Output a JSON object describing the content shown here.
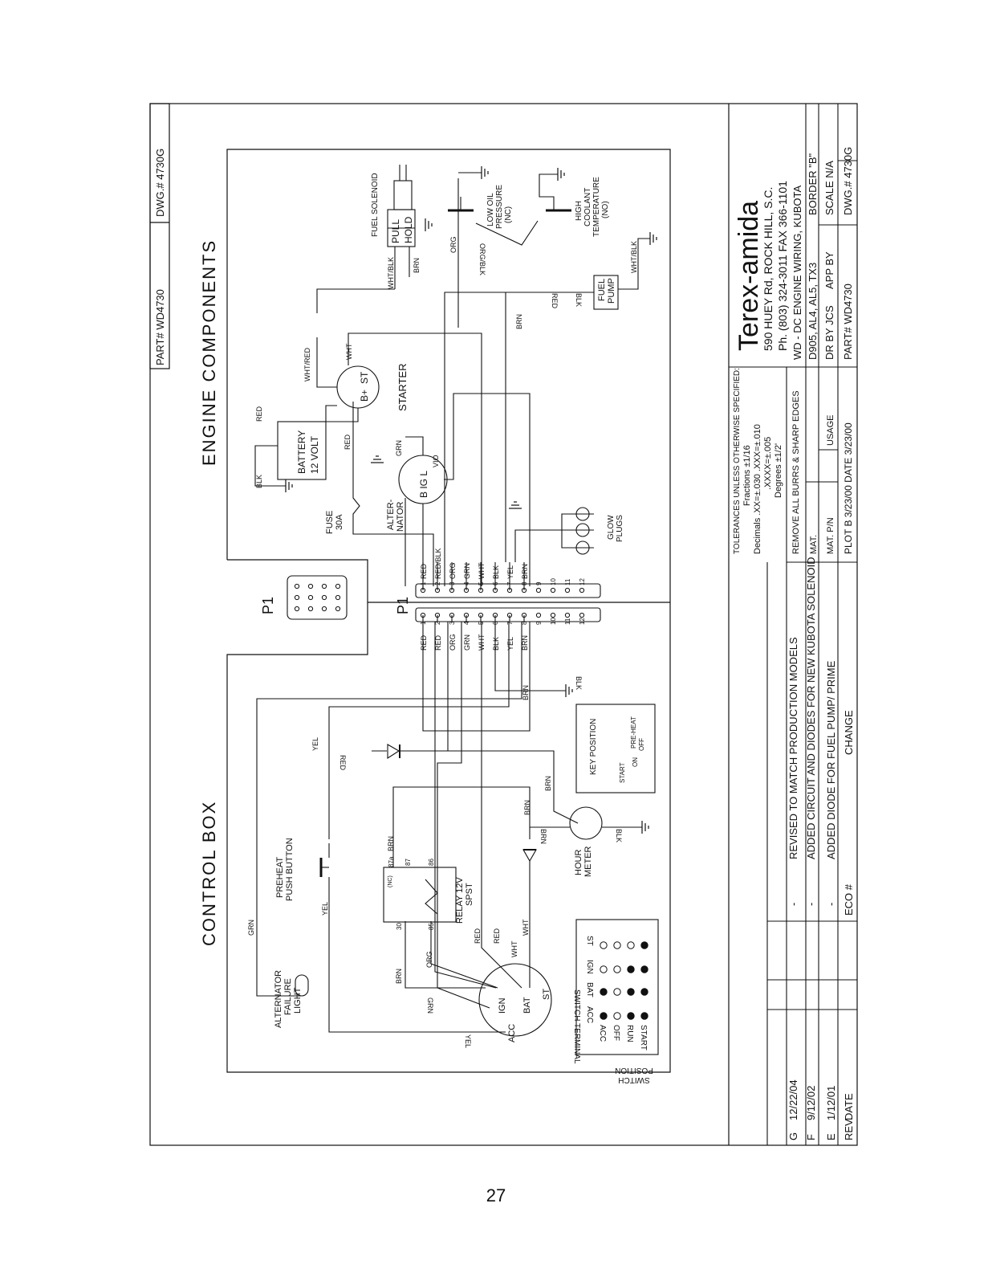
{
  "page_number": "27",
  "header": {
    "part_no": "PART# WD4730",
    "dwg_no": "DWG.# 4730G"
  },
  "sections": {
    "engine_components": "ENGINE COMPONENTS",
    "control_box": "CONTROL BOX"
  },
  "components": {
    "fuel_solenoid": "FUEL SOLENOID",
    "pull": "PULL",
    "hold": "HOLD",
    "low_oil": [
      "LOW OIL",
      "PRESSURE",
      "(NC)"
    ],
    "coolant": [
      "HIGH",
      "COOLANT",
      "TEMPERATURE",
      "(NO)"
    ],
    "fuel_pump": [
      "FUEL",
      "PUMP"
    ],
    "starter": "STARTER",
    "st": "ST",
    "bplus": "B+",
    "battery": [
      "BATTERY",
      "12 VOLT"
    ],
    "fuse": [
      "FUSE",
      "30A"
    ],
    "alternator": [
      "ALTER-",
      "NATOR"
    ],
    "alt_terminals": "B IG L",
    "glow_plugs": [
      "GLOW",
      "PLUGS"
    ],
    "p1": "P1",
    "key_position": "KEY POSITION",
    "key_labels": [
      "START",
      "ON",
      "OFF",
      "PRE-HEAT"
    ],
    "preheat": [
      "PREHEAT",
      "PUSH BUTTON"
    ],
    "relay": [
      "RELAY 12V",
      "SPST"
    ],
    "relay_pins": [
      "87a",
      "87",
      "86",
      "30",
      "85",
      "(NC)"
    ],
    "hour_meter": [
      "HOUR",
      "METER"
    ],
    "alt_light": [
      "ALTERNATOR",
      "FAILURE",
      "LIGHT"
    ],
    "switch_terminals": [
      "IGN",
      "BAT",
      "ST",
      "ACC"
    ]
  },
  "wires": {
    "red": "RED",
    "red_blk": "RED/BLK",
    "org": "ORG",
    "grn": "GRN",
    "wht": "WHT",
    "blk": "BLK",
    "yel": "YEL",
    "brn": "BRN",
    "vio": "VIO",
    "wht_red": "WHT/RED",
    "wht_blk": "WHT/BLK",
    "org_blk": "ORG/BLK"
  },
  "connector_top": [
    {
      "pin": "1",
      "wire": "RED"
    },
    {
      "pin": "2",
      "wire": "RED/BLK"
    },
    {
      "pin": "3",
      "wire": "ORG"
    },
    {
      "pin": "4",
      "wire": "GRN"
    },
    {
      "pin": "5",
      "wire": "WHT"
    },
    {
      "pin": "6",
      "wire": "BLK"
    },
    {
      "pin": "7",
      "wire": "YEL"
    },
    {
      "pin": "8",
      "wire": "BRN"
    },
    {
      "pin": "9",
      "wire": ""
    },
    {
      "pin": "10",
      "wire": ""
    },
    {
      "pin": "11",
      "wire": ""
    },
    {
      "pin": "12",
      "wire": ""
    }
  ],
  "connector_bottom": [
    {
      "pin": "1",
      "wire": "RED"
    },
    {
      "pin": "2",
      "wire": "RED"
    },
    {
      "pin": "3",
      "wire": "ORG"
    },
    {
      "pin": "4",
      "wire": "GRN"
    },
    {
      "pin": "5",
      "wire": "WHT"
    },
    {
      "pin": "6",
      "wire": "BLK"
    },
    {
      "pin": "7",
      "wire": "YEL"
    },
    {
      "pin": "8",
      "wire": "BRN"
    },
    {
      "pin": "9",
      "wire": ""
    },
    {
      "pin": "10",
      "wire": ""
    },
    {
      "pin": "11",
      "wire": ""
    },
    {
      "pin": "12",
      "wire": ""
    }
  ],
  "switch_table": {
    "title": "SWITCH TERMINAL",
    "side_title": [
      "SWITCH",
      "POSITION"
    ],
    "columns": [
      "ACC",
      "BAT",
      "IGN",
      "ST"
    ],
    "rows": [
      {
        "position": "ACC",
        "cells": [
          1,
          1,
          0,
          0
        ]
      },
      {
        "position": "OFF",
        "cells": [
          0,
          0,
          0,
          0
        ]
      },
      {
        "position": "RUN",
        "cells": [
          1,
          1,
          1,
          0
        ]
      },
      {
        "position": "START",
        "cells": [
          1,
          1,
          1,
          1
        ]
      }
    ]
  },
  "title_block": {
    "company": "Terex-amida",
    "address": "590 HUEY Rd, ROCK HILL, S.C.",
    "phone": "Ph. (803) 324-3011 FAX 366-1101",
    "title": "WD - DC ENGINE WIRING, KUBOTA",
    "models": "D905, AL4, AL5, TX3",
    "border": "BORDER \"B\"",
    "scale": "SCALE N/A",
    "dr_by": "DR BY JCS",
    "app_by": "APP BY",
    "part": "PART# WD4730",
    "dwg": "DWG.# 4730G",
    "mat": "MAT.",
    "mat_pn": "MAT. P/N",
    "usage": "USAGE",
    "plot": "PLOT B 3/23/00 DATE 3/23/00",
    "tolerances": [
      "TOLERANCES UNLESS OTHERWISE SPECIFIED:",
      "Fractions ±1/16",
      "Decimals .XX=±.030 .XXX=±.010",
      ".XXXX=±.005",
      "Degrees ±1/2'",
      "REMOVE ALL BURRS & SHARP EDGES"
    ],
    "red_color": "#d32f2f"
  },
  "revisions": {
    "header": {
      "rev": "REV.",
      "date": "DATE",
      "eco": "ECO #",
      "change": "CHANGE"
    },
    "rows": [
      {
        "rev": "G",
        "date": "12/22/04",
        "eco": "-",
        "change": "REVISED TO MATCH PRODUCTION MODELS"
      },
      {
        "rev": "F",
        "date": "9/12/02",
        "eco": "-",
        "change": "ADDED CIRCUIT AND DIODES FOR NEW KUBOTA SOLENOID"
      },
      {
        "rev": "E",
        "date": "1/12/01",
        "eco": "-",
        "change": "ADDED DIODE FOR FUEL PUMP/ PRIME"
      }
    ]
  }
}
